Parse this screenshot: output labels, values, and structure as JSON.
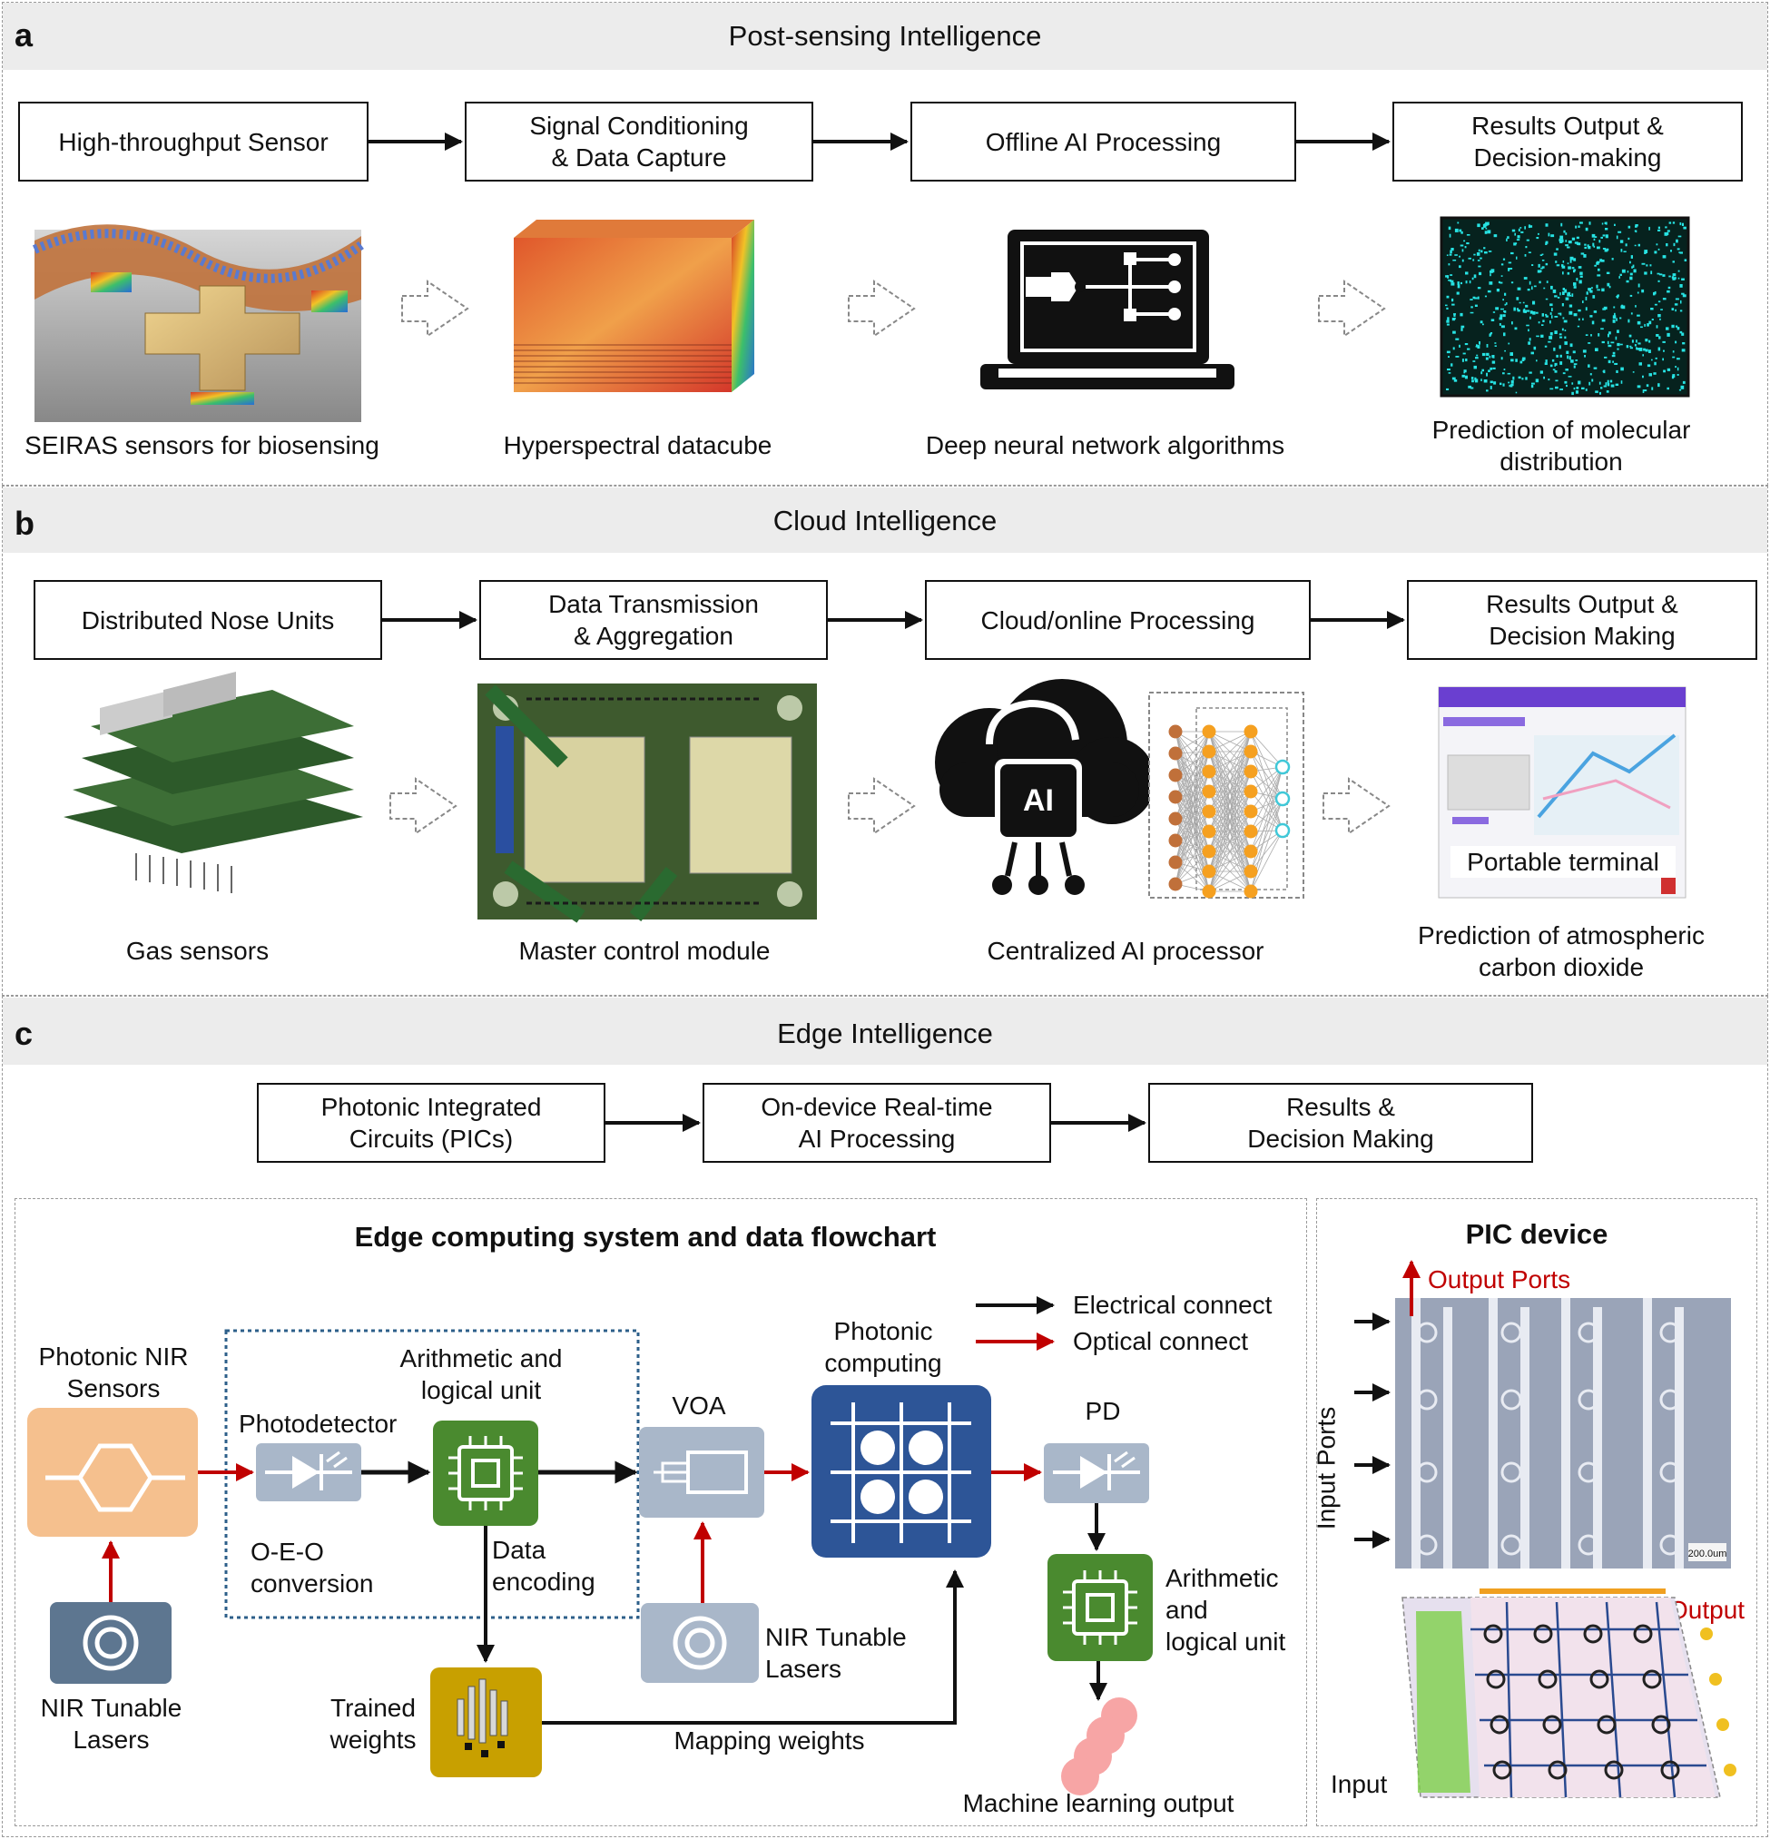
{
  "panel_a": {
    "letter": "a",
    "title": "Post-sensing Intelligence",
    "boxes": [
      "High-throughput Sensor",
      "Signal Conditioning\n& Data Capture",
      "Offline AI Processing",
      "Results Output &\nDecision-making"
    ],
    "captions": [
      "SEIRAS sensors for biosensing",
      "Hyperspectral datacube",
      "Deep neural network algorithms",
      "Prediction of molecular\ndistribution"
    ]
  },
  "panel_b": {
    "letter": "b",
    "title": "Cloud Intelligence",
    "boxes": [
      "Distributed Nose Units",
      "Data Transmission\n& Aggregation",
      "Cloud/online Processing",
      "Results Output &\nDecision Making"
    ],
    "captions": [
      "Gas sensors",
      "Master control module",
      "Centralized AI processor",
      "Prediction of atmospheric\ncarbon dioxide"
    ],
    "ai_chip_text": "AI",
    "terminal_label": "Portable terminal"
  },
  "panel_c": {
    "letter": "c",
    "title": "Edge Intelligence",
    "boxes": [
      "Photonic Integrated\nCircuits (PICs)",
      "On-device Real-time\nAI Processing",
      "Results &\nDecision Making"
    ],
    "flowchart": {
      "title": "Edge computing system and data flowchart",
      "legend": {
        "electrical": "Electrical connect",
        "optical": "Optical connect"
      },
      "labels": {
        "nir_sensors": "Photonic NIR\nSensors",
        "nir_lasers_left": "NIR Tunable\nLasers",
        "photodetector": "Photodetector",
        "oeo": "O-E-O\nconversion",
        "alu_top": "Arithmetic and\nlogical unit",
        "data_encoding": "Data\nencoding",
        "trained_weights": "Trained\nweights",
        "mapping_weights": "Mapping weights",
        "voa": "VOA",
        "nir_lasers_mid": "NIR Tunable\nLasers",
        "photonic_computing": "Photonic\ncomputing",
        "pd": "PD",
        "alu_right": "Arithmetic\nand\nlogical unit",
        "ml_output": "Machine learning output"
      },
      "colors": {
        "sensor": "#f5c08e",
        "laser": "#5d7690",
        "detector": "#a9b7c9",
        "alu": "#4a8a2f",
        "photonic": "#2d5597",
        "weights": "#c8a000",
        "output": "#f5a0a0",
        "optical": "#c00000"
      }
    },
    "pic": {
      "title": "PIC device",
      "output_ports": "Output Ports",
      "input_ports": "Input Ports",
      "output": "Output",
      "input": "Input",
      "scale_text": "200.0um"
    }
  }
}
